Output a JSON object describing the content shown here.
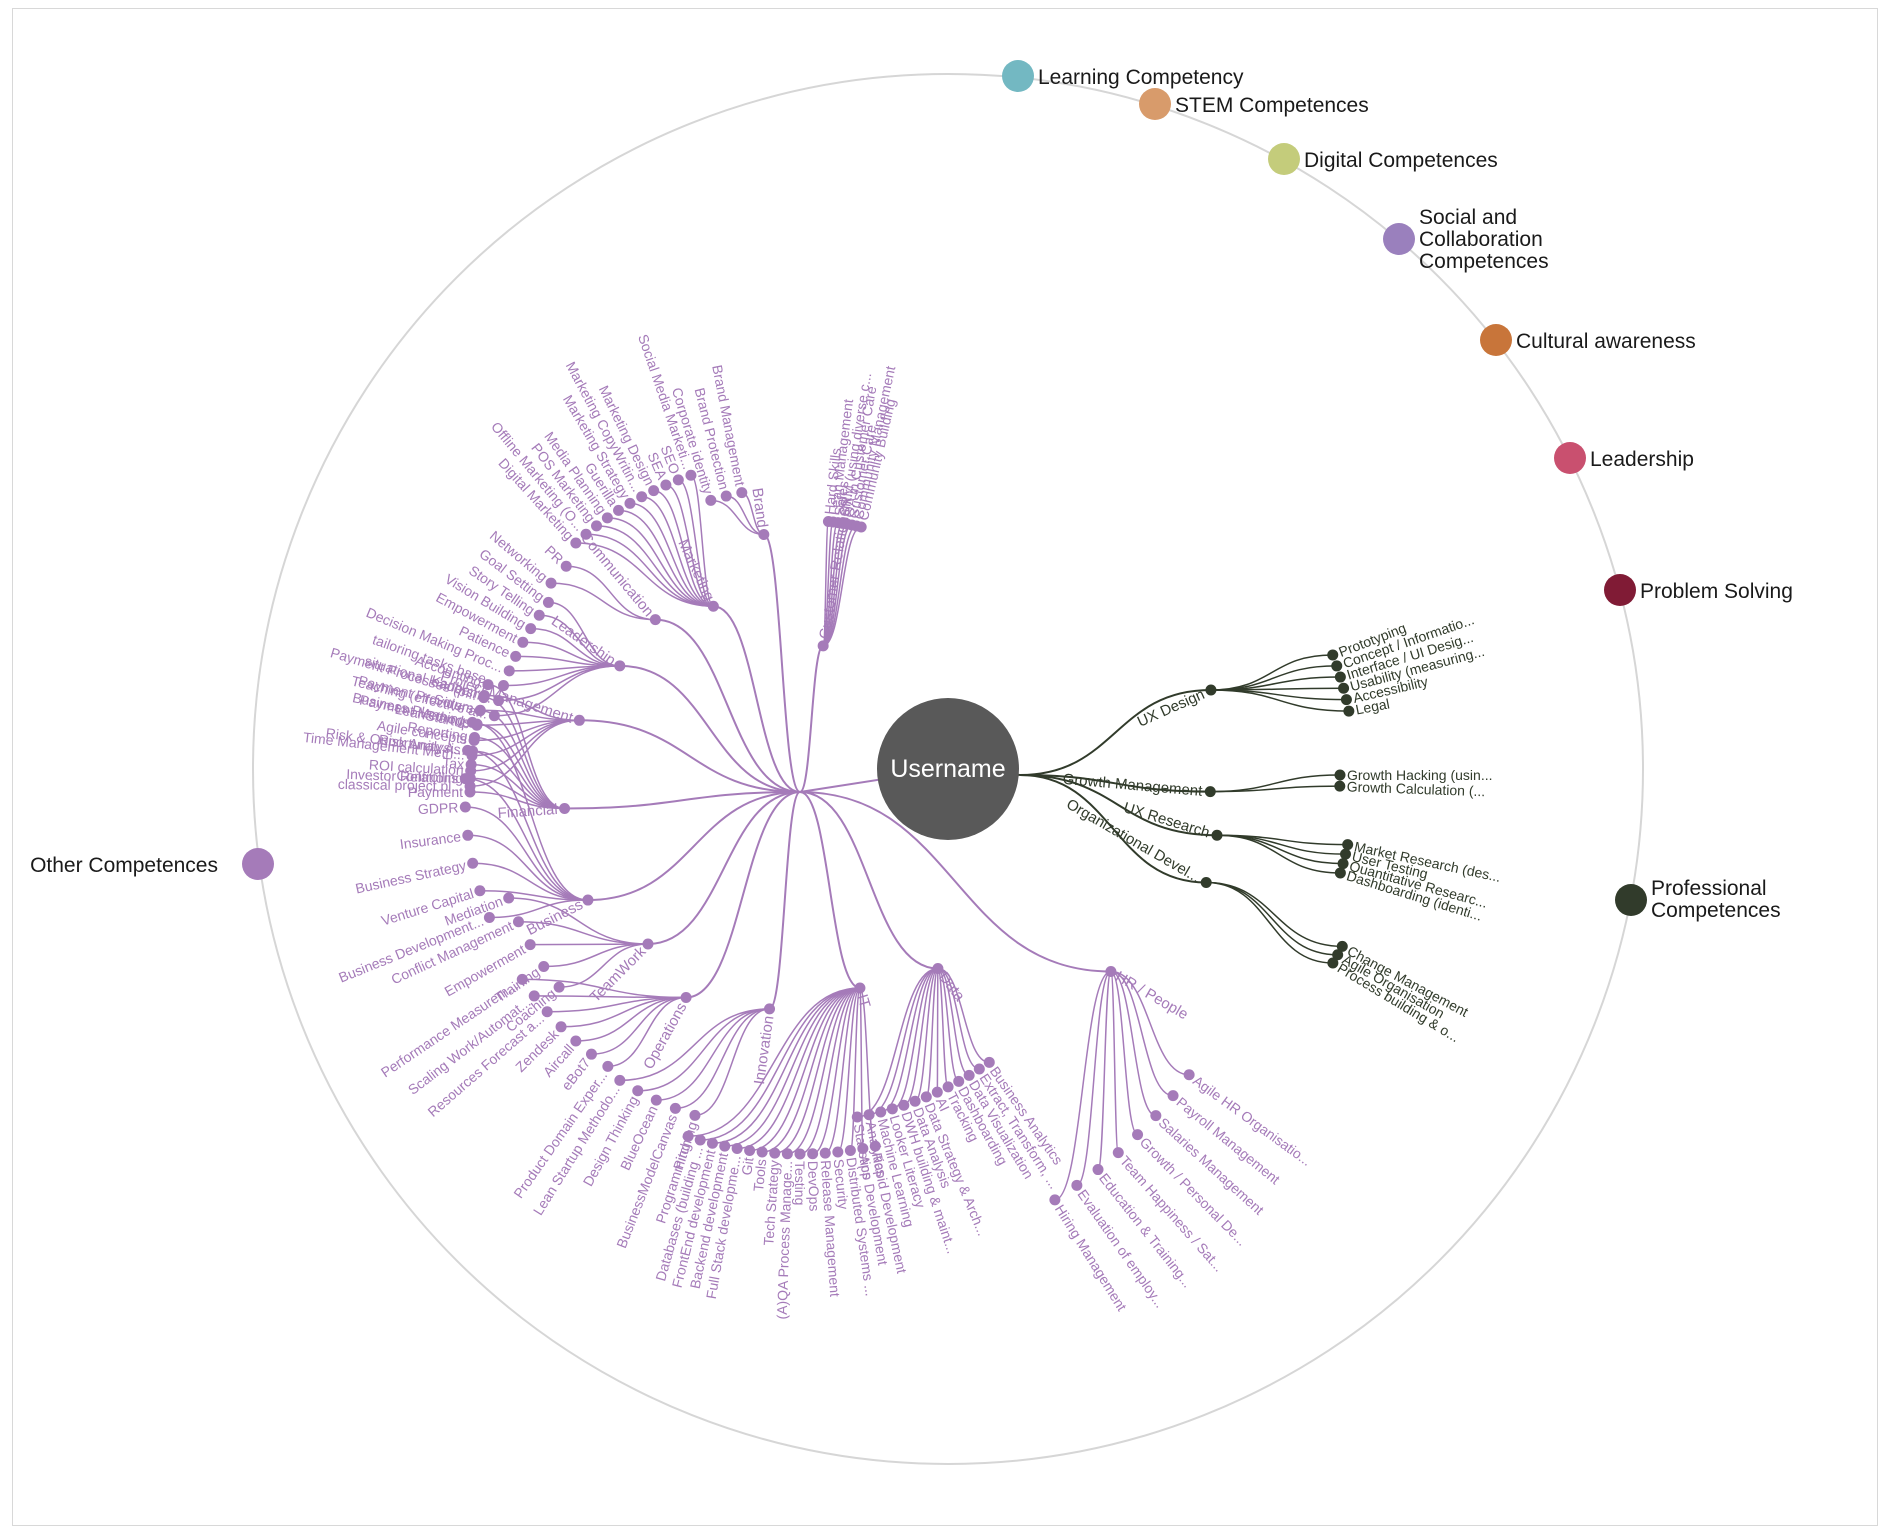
{
  "center": {
    "label": "Username",
    "color": "#595959"
  },
  "categories": [
    {
      "label": [
        "Learning Competency"
      ],
      "color": "#73b8c2"
    },
    {
      "label": [
        "STEM Competences"
      ],
      "color": "#d89b6b"
    },
    {
      "label": [
        "Digital Competences"
      ],
      "color": "#c4cc7b"
    },
    {
      "label": [
        "Social and",
        "Collaboration",
        "Competences"
      ],
      "color": "#9a80bd"
    },
    {
      "label": [
        "Cultural awareness"
      ],
      "color": "#c8753a"
    },
    {
      "label": [
        "Leadership"
      ],
      "color": "#c9506f"
    },
    {
      "label": [
        "Problem Solving"
      ],
      "color": "#801b35"
    },
    {
      "label": [
        "Professional",
        "Competences"
      ],
      "color": "#313b2b"
    },
    {
      "label": [
        "Other Competences"
      ],
      "color": "#a57bb9"
    }
  ],
  "colors": {
    "other": "#a57bb9",
    "professional": "#313b2b"
  },
  "other_tree": [
    {
      "label": "Customer Relationshi...",
      "children": [
        "Hard Skills",
        "Lean Management",
        "Sales",
        "CRM (using diverse c...",
        "QA in Customer Care",
        "Customer Care",
        "Community Management",
        "Community Building"
      ]
    },
    {
      "label": "Brand",
      "children": [
        "Corporate identity",
        "Brand Protection",
        "Brand Management"
      ]
    },
    {
      "label": "Marketing",
      "children": [
        "Digital Marketing",
        "Offline Marketing (O...",
        "POS Marketing",
        "Media Planning",
        "Guerilla",
        "Marketing Strategy",
        "Marketing CopyWritin...",
        "Marketing Design",
        "SEA",
        "SEO",
        "Social Media Marketi..."
      ]
    },
    {
      "label": "Communication",
      "children": [
        "Networking",
        "PR"
      ]
    },
    {
      "label": "Leadership",
      "children": [
        "Teaching (effective a...",
        "situational leadersh...",
        "tailoring tasks base...",
        "Decision Making Proc...",
        "Patience",
        "Empowerment",
        "Vision Building",
        "Story Telling",
        "Goal Setting"
      ]
    },
    {
      "label": "Project Management",
      "children": [
        "classical project pl...",
        "ROI calculation",
        "Time Management Meth...",
        "Agile concepts",
        "LeanStartup",
        "Scrum",
        "Kanban"
      ]
    },
    {
      "label": "Financial",
      "children": [
        "Payment",
        "Controlling",
        "Tax",
        "Risk & Opportunity A...",
        "Reporting",
        "Payment Methods",
        "Payment Providers",
        "Payment Processes (p...",
        "Accounting"
      ]
    },
    {
      "label": "Business",
      "children": [
        "Business Development...",
        "Venture Capital",
        "Business Strategy",
        "Insurance",
        "GDPR",
        "Investor Relations",
        "Risk Analysis",
        "Business Planning"
      ]
    },
    {
      "label": "TeamWork",
      "children": [
        "Coaching",
        "Training",
        "Empowerment",
        "Conflict Management",
        "Mediation"
      ]
    },
    {
      "label": "Operations",
      "children": [
        "Product Domain Exper...",
        "eBot7",
        "Aircall",
        "Zendesk",
        "Resources Forecast a...",
        "Scaling Work/Automat...",
        "Performance Measurem..."
      ]
    },
    {
      "label": "Innovation",
      "children": [
        "Pitching",
        "BusinessModelCanvas",
        "BlueOcean",
        "Design Thinking",
        "Lean Startup Methodo..."
      ]
    },
    {
      "label": "IT",
      "children": [
        "Rapid Development",
        "App Development",
        "Distributed Systems ...",
        "Security",
        "Release Management",
        "DevOps",
        "Testing",
        "(A)QA Process Manage...",
        "Tech Strategy",
        "Tools",
        "Git",
        "Full Stack developme...",
        "Backend development",
        "FrontEnd development",
        "Databases (building ...",
        "Programming"
      ]
    },
    {
      "label": "Data",
      "children": [
        "Business Analytics",
        "Extract, Transform, ...",
        "Data Visualization",
        "Dashboarding",
        "Tracking",
        "AI",
        "Data Strategy & Arch...",
        "Data Analysis",
        "DWH building & maint...",
        "Looker Literacy",
        "Machine Learning",
        "Analytics",
        "Statistics"
      ]
    },
    {
      "label": "HR / People",
      "children": [
        "Agile HR Organisatio...",
        "Payroll Management",
        "Salaries Management",
        "Growth / Personal De...",
        "Team Happiness / Sat...",
        "Education & Training...",
        "Evaluation of employ...",
        "Hiring Management"
      ]
    }
  ],
  "professional_tree": [
    {
      "label": "UX Design",
      "children": [
        "Prototyping",
        "Concept / Informatio...",
        "Interface / UI Desig...",
        "Usability (measuring...",
        "Accessibility",
        "Legal"
      ]
    },
    {
      "label": "Growth Management",
      "children": [
        "Growth Hacking (usin...",
        "Growth Calculation (..."
      ]
    },
    {
      "label": "UX Research",
      "children": [
        "Market Research (des...",
        "User Testing",
        "Quantitative Researc...",
        "Dashboarding (identi..."
      ]
    },
    {
      "label": "Organizational Devel...",
      "children": [
        "Change Management",
        "Agile Organisation",
        "Process building & o..."
      ]
    }
  ]
}
